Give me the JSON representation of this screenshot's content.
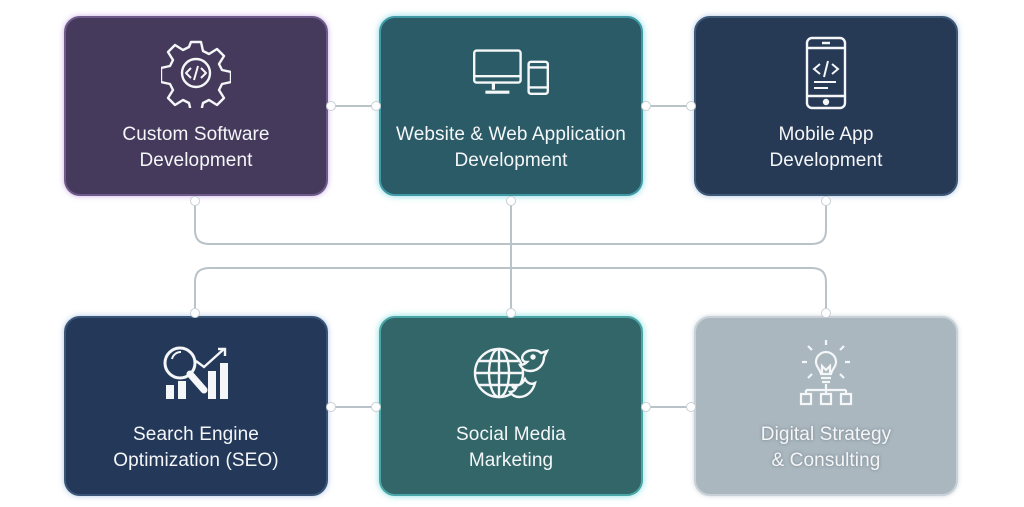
{
  "diagram": {
    "title": "",
    "services": [
      {
        "label_line1": "Custom Software",
        "label_line2": "Development",
        "icon": "gear-code-icon",
        "color": "#463a5c"
      },
      {
        "label_line1": "Website & Web Application",
        "label_line2": "Development",
        "icon": "monitor-tablet-icon",
        "color": "#2a5b66"
      },
      {
        "label_line1": "Mobile App",
        "label_line2": "Development",
        "icon": "mobile-code-icon",
        "color": "#263955"
      },
      {
        "label_line1": "Search Engine",
        "label_line2": "Optimization (SEO)",
        "icon": "magnifier-chart-icon",
        "color": "#24395a"
      },
      {
        "label_line1": "Social Media",
        "label_line2": "Marketing",
        "icon": "globe-birds-icon",
        "color": "#336669"
      },
      {
        "label_line1": "Digital Strategy",
        "label_line2": "& Consulting",
        "icon": "lightbulb-hierarchy-icon",
        "color": "#aab7bf"
      }
    ],
    "connector_color": "#b9c3c8"
  }
}
